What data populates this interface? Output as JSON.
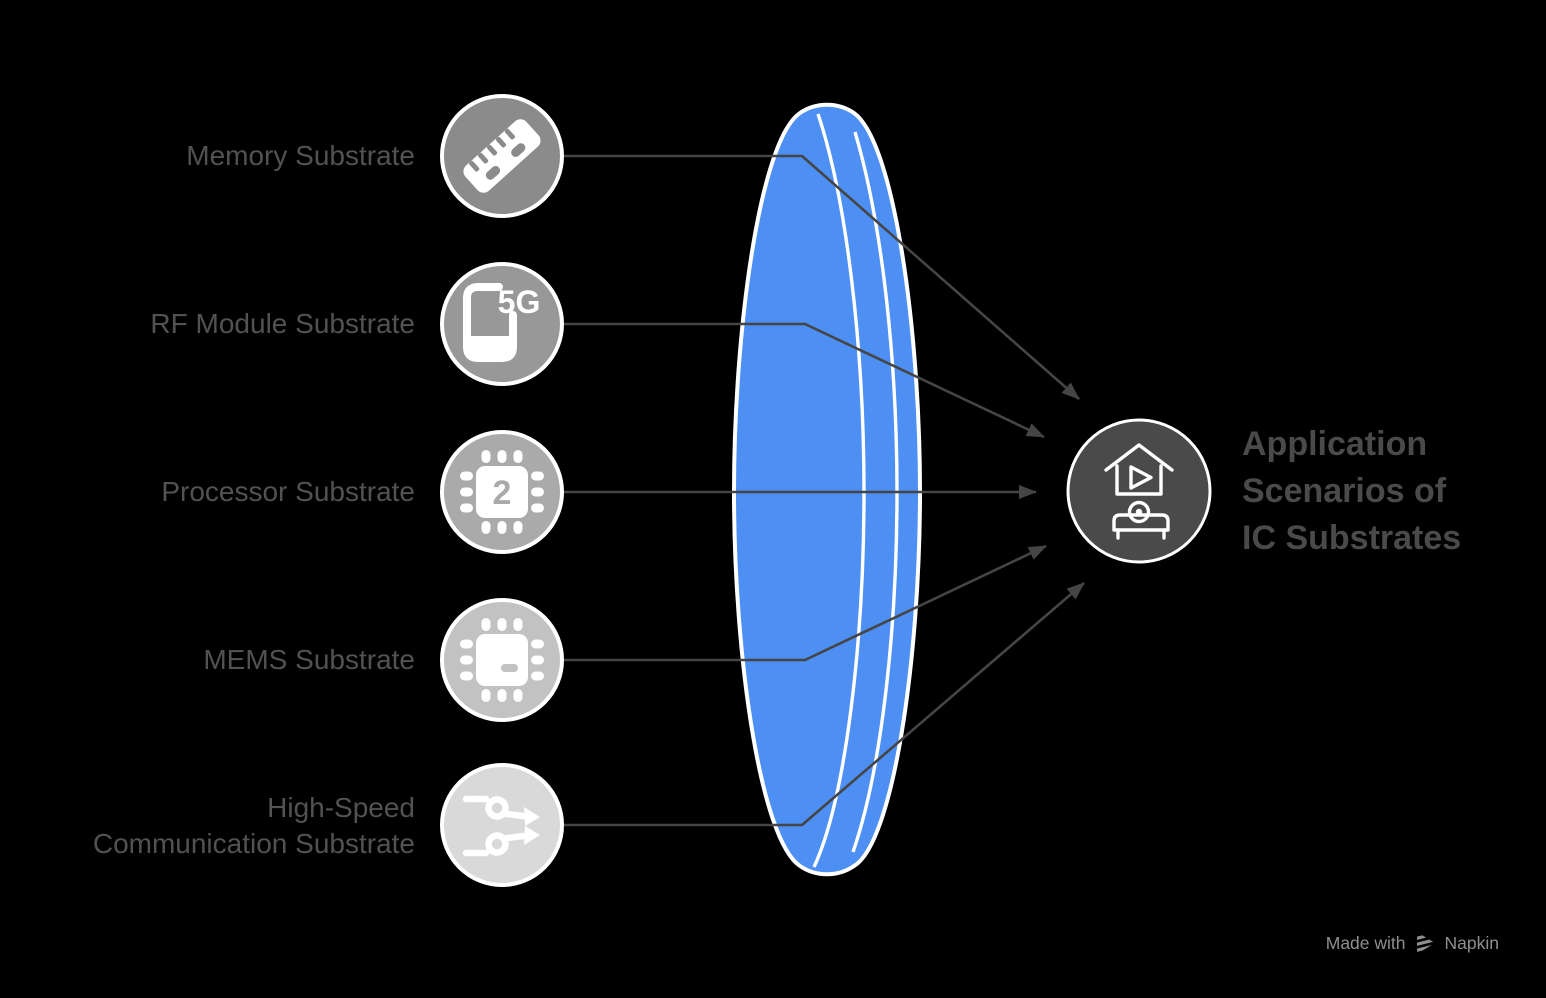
{
  "diagram": {
    "title_lines": [
      "Application",
      "Scenarios of",
      "IC Substrates"
    ],
    "nodes": [
      {
        "label": "Memory Substrate",
        "icon": "ruler-icon"
      },
      {
        "label": "RF Module Substrate",
        "icon": "smartphone-5g-icon",
        "badge": "5G"
      },
      {
        "label": "Processor Substrate",
        "icon": "processor-chip-icon",
        "badge": "2"
      },
      {
        "label": "MEMS Substrate",
        "icon": "mems-chip-icon"
      },
      {
        "label": "High-Speed\nCommunication Substrate",
        "icon": "route-arrows-icon"
      }
    ],
    "target": {
      "icon": "home-entertainment-icon"
    }
  },
  "watermark": {
    "prefix": "Made with",
    "brand": "Napkin"
  },
  "colors": {
    "background": "#000000",
    "lens_blue": "#4D8FF2",
    "connector_gray": "#454545",
    "label_text": "#525252",
    "title_text": "#4A4A4A",
    "target_circle_fill": "#4A4A4A",
    "node_circle_fills": [
      "#8B8B8B",
      "#989898",
      "#AAAAAA",
      "#C2C2C2",
      "#D9D9D9"
    ],
    "icon_white": "#FFFFFF",
    "watermark_text": "#8F8F8F"
  }
}
